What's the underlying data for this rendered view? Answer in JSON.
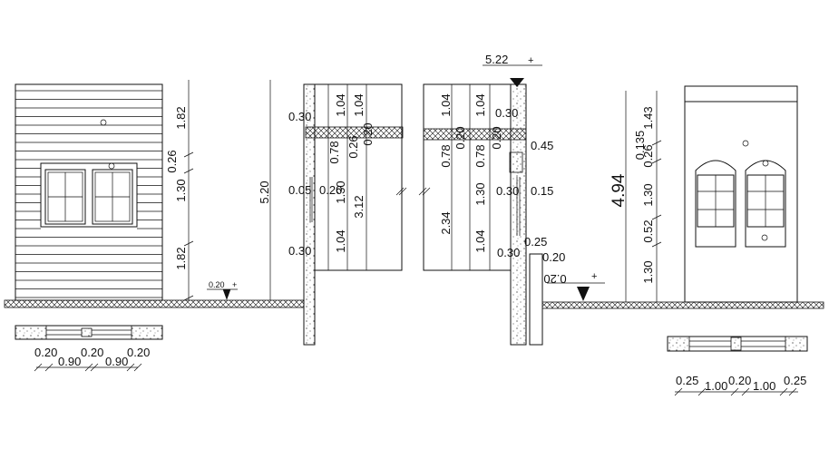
{
  "elevation_left": {
    "dims": [
      "1.82",
      "0.26",
      "1.30",
      "1.82"
    ],
    "level": "0.20"
  },
  "plan_left": {
    "dims_top": [
      "0.20",
      "0.20",
      "0.20"
    ],
    "dims_bottom": [
      "0.90",
      "0.90"
    ]
  },
  "section_left": {
    "overall": "5.20",
    "labels": [
      "0.30",
      "0.05",
      "0.30",
      "1.04",
      "0.78",
      "1.30",
      "1.04",
      "0.20",
      "0.26",
      "0.20",
      "1.04",
      "3.12"
    ]
  },
  "section_right": {
    "top_level": "5.22",
    "labels": [
      "1.04",
      "0.78",
      "2.34",
      "1.04",
      "0.30",
      "0.20",
      "0.78",
      "1.30",
      "1.04",
      "0.20",
      "0.45",
      "0.30",
      "0.15",
      "0.25",
      "0.30",
      "0.20",
      "0.20"
    ],
    "level": "0.20"
  },
  "elevation_right": {
    "overall": "4.94",
    "dims": [
      "1.43",
      "0.135",
      "0.26",
      "1.30",
      "0.52",
      "1.30"
    ]
  },
  "plan_right": {
    "dims_top": [
      "0.25",
      "0.20",
      "0.25"
    ],
    "dims_bottom": [
      "1.00",
      "1.00"
    ]
  }
}
